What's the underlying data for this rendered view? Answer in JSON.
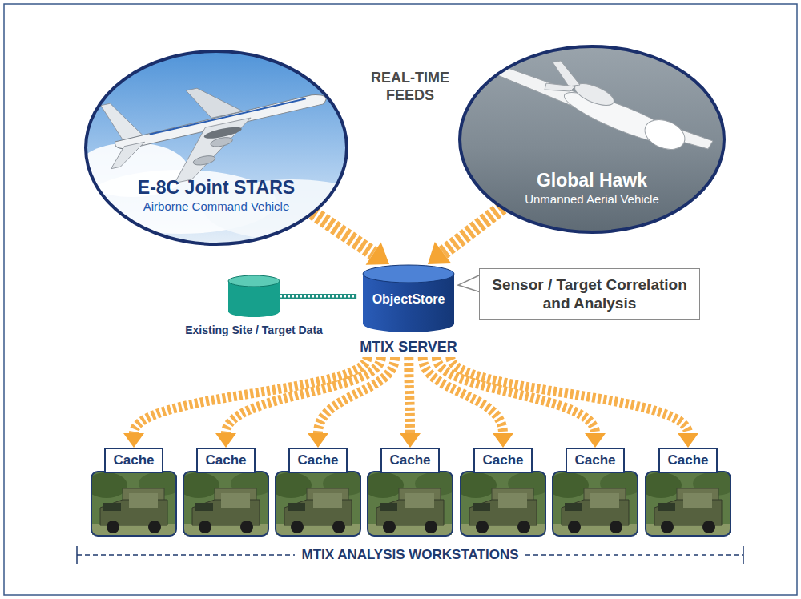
{
  "diagram": {
    "nodes": [
      {
        "text": [
          "E-8C Joint STARS",
          "Airborne Command Vehicle"
        ]
      },
      {
        "text": [
          "Global Hawk",
          "Unmanned Aerial Vehicle"
        ]
      },
      {
        "text": [
          "ObjectStore",
          "MTIX SERVER"
        ]
      },
      {
        "text": [
          "Sensor / Target Correlation and Analysis"
        ]
      },
      {
        "text": [
          "Existing Site / Target Data"
        ]
      },
      {
        "text": [
          "Cache"
        ]
      },
      {
        "text": [
          "Cache"
        ]
      },
      {
        "text": [
          "Cache"
        ]
      },
      {
        "text": [
          "Cache"
        ]
      },
      {
        "text": [
          "Cache"
        ]
      },
      {
        "text": [
          "Cache"
        ]
      },
      {
        "text": [
          "Cache"
        ]
      }
    ],
    "edges": [
      {
        "from": 0,
        "to": 2,
        "arrow": "to"
      },
      {
        "from": 1,
        "to": 2,
        "arrow": "to"
      },
      {
        "from": 4,
        "to": 2,
        "arrow": "none"
      },
      {
        "from": 2,
        "to": 5,
        "arrow": "to"
      },
      {
        "from": 2,
        "to": 6,
        "arrow": "to"
      },
      {
        "from": 2,
        "to": 7,
        "arrow": "to"
      },
      {
        "from": 2,
        "to": 8,
        "arrow": "to"
      },
      {
        "from": 2,
        "to": 9,
        "arrow": "to"
      },
      {
        "from": 2,
        "to": 10,
        "arrow": "to"
      },
      {
        "from": 2,
        "to": 11,
        "arrow": "to"
      }
    ],
    "labels": [
      "REAL-TIME FEEDS",
      "MTIX ANALYSIS WORKSTATIONS"
    ]
  }
}
